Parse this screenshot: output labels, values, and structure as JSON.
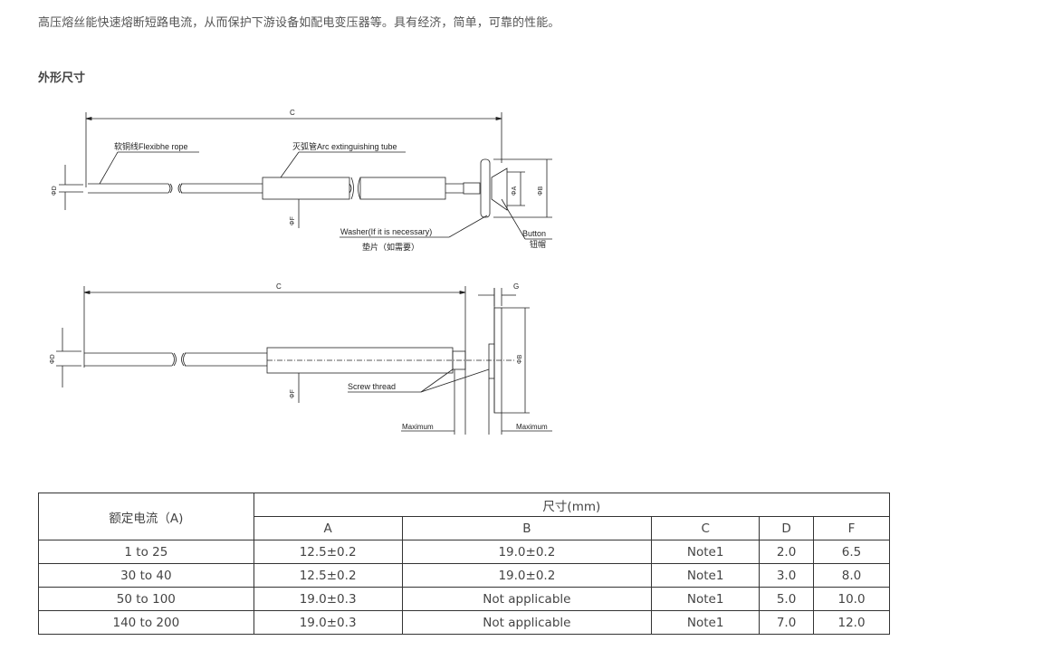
{
  "intro_text": "高压熔丝能快速熔断短路电流，从而保护下游设备如配电变压器等。具有经济，简单，可靠的性能。",
  "section_title": "外形尺寸",
  "diagram1": {
    "label_c": "C",
    "label_rope": "软铜线Flexibhe rope",
    "label_tube": "灭弧管Arc extinguishing tube",
    "label_d": "ΦD",
    "label_f": "ΦF",
    "label_a": "ΦA",
    "label_b": "ΦB",
    "label_washer": "Washer(If it is necessary)",
    "label_washer_cn": "垫片（如需要）",
    "label_button": "Button",
    "label_button_cn": "钮帽"
  },
  "diagram2": {
    "label_c": "C",
    "label_g": "G",
    "label_d": "ΦD",
    "label_f": "ΦF",
    "label_b": "ΦB",
    "label_screw": "Screw thread",
    "label_max_left": "Maximum",
    "label_max_right": "Maximum"
  },
  "table": {
    "rated_current_header": "额定电流（A)",
    "dimension_header": "尺寸(mm)",
    "columns": [
      "A",
      "B",
      "C",
      "D",
      "F"
    ],
    "rows": [
      [
        "1 to 25",
        "12.5±0.2",
        "19.0±0.2",
        "Note1",
        "2.0",
        "6.5"
      ],
      [
        "30 to 40",
        "12.5±0.2",
        "19.0±0.2",
        "Note1",
        "3.0",
        "8.0"
      ],
      [
        "50 to 100",
        "19.0±0.3",
        "Not applicable",
        "Note1",
        "5.0",
        "10.0"
      ],
      [
        "140 to 200",
        "19.0±0.3",
        "Not applicable",
        "Note1",
        "7.0",
        "12.0"
      ]
    ]
  }
}
